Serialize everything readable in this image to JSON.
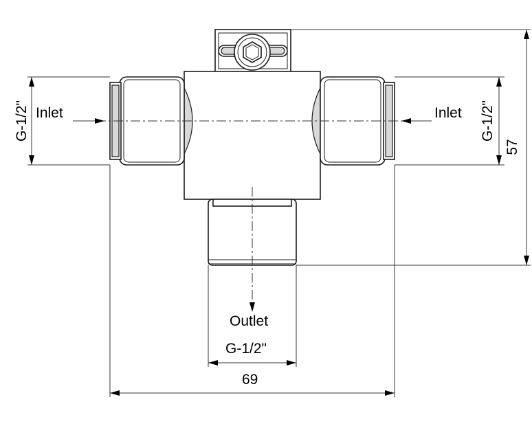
{
  "labels": {
    "inlet_left": "Inlet",
    "inlet_right": "Inlet",
    "outlet": "Outlet",
    "thread_left": "G-1/2\"",
    "thread_right": "G-1/2\"",
    "thread_bottom": "G-1/2\"",
    "width_dim": "69",
    "height_dim": "57"
  }
}
